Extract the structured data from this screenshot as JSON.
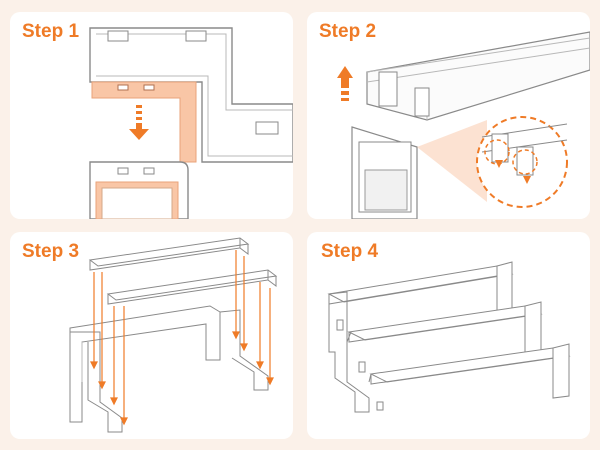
{
  "steps": [
    {
      "label": "Step 1"
    },
    {
      "label": "Step 2"
    },
    {
      "label": "Step 3"
    },
    {
      "label": "Step 4"
    }
  ],
  "colors": {
    "accent": "#ef7b27",
    "background": "#fbf1e9",
    "panel": "#ffffff",
    "highlight": "#f9c6a6",
    "line": "#8a8a8a"
  },
  "icons": [
    "down-arrow-icon",
    "up-arrow-icon"
  ]
}
